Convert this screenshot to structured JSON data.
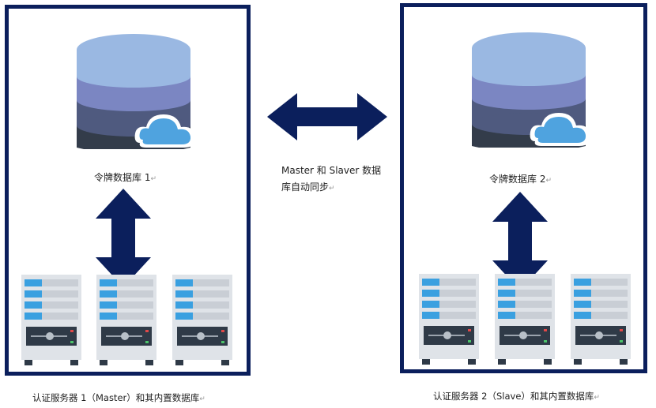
{
  "left_panel": {
    "db_label": "令牌数据库 1",
    "caption": "认证服务器 1（Master）和其内置数据库"
  },
  "right_panel": {
    "db_label": "令牌数据库 2",
    "caption": "认证服务器 2（Slave）和其内置数据库"
  },
  "sync": {
    "label": "Master 和 Slaver 数据库自动同步"
  },
  "paragraph_mark": "↵",
  "colors": {
    "frame": "#0b1f5c",
    "arrow": "#0b1f5c",
    "db_top": "#9ab8e2",
    "db_mid1": "#7b86c2",
    "db_mid2": "#4f5a7f",
    "db_bottom": "#333c4a",
    "cloud": "#4fa3df",
    "server_body": "#dfe3e8",
    "server_stripe": "#3aa0e0"
  },
  "icons": {
    "database": "database-cloud-icon",
    "server": "server-rack-icon",
    "double_arrow": "double-arrow-icon"
  }
}
